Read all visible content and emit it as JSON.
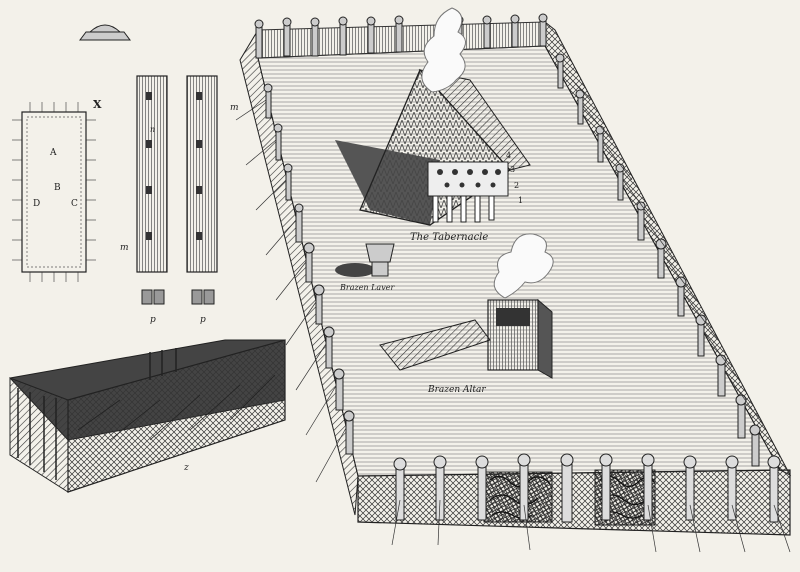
{
  "labels": {
    "tabernacle": "The Tabernacle",
    "laver": "Brazen Laver",
    "altar": "Brazen Altar"
  },
  "plan_letters": {
    "x": "X",
    "a": "A",
    "b": "B",
    "c": "C",
    "d": "D"
  },
  "board_letters": {
    "m1": "m",
    "m2": "m",
    "n": "n",
    "p1": "p",
    "p2": "p",
    "z": "z"
  },
  "tabernacle_numbers": [
    "4",
    "3",
    "2",
    "1"
  ]
}
